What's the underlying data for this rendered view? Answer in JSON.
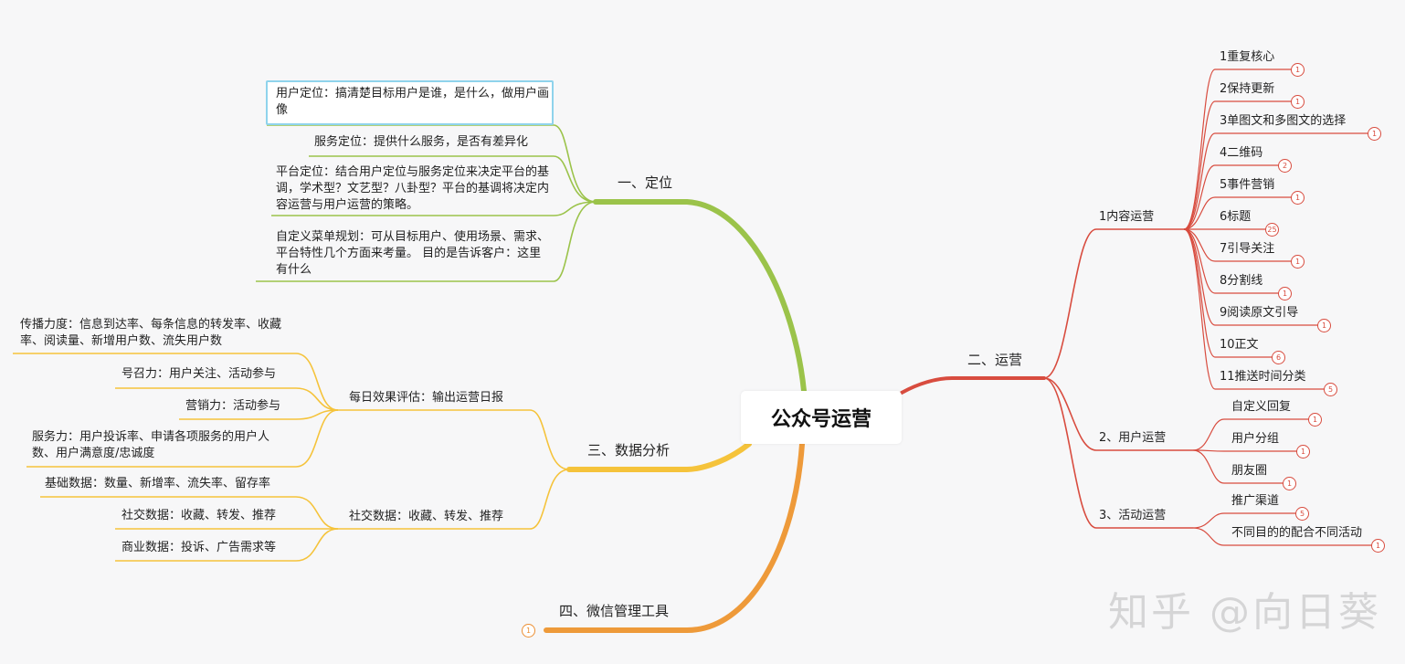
{
  "root": "公众号运营",
  "watermark": "知乎 @向日葵",
  "colors": {
    "green": "#9bc34a",
    "yellow": "#f5c33b",
    "orange": "#ee9a3a",
    "red": "#d84c3f",
    "selection": "#8fd3ec"
  },
  "left": {
    "positioning": {
      "title": "一、定位",
      "items": [
        "用户定位：搞清楚目标用户是谁，是什么，做用户画像",
        "服务定位：提供什么服务，是否有差异化",
        "平台定位：结合用户定位与服务定位来决定平台的基调，学术型？文艺型？八卦型？平台的基调将决定内容运营与用户运营的策略。",
        "自定义菜单规划：可从目标用户、使用场景、需求、平台特性几个方面来考量。 目的是告诉客户：这里有什么"
      ]
    },
    "data_analysis": {
      "title": "三、数据分析",
      "daily": {
        "title": "每日效果评估：输出运营日报",
        "items": [
          "传播力度：信息到达率、每条信息的转发率、收藏率、阅读量、新增用户数、流失用户数",
          "号召力：用户关注、活动参与",
          "营销力：活动参与",
          "服务力：用户投诉率、申请各项服务的用户人数、用户满意度/忠诚度"
        ]
      },
      "social": {
        "title": "社交数据：收藏、转发、推荐",
        "items": [
          "基础数据：数量、新增率、流失率、留存率",
          "社交数据：收藏、转发、推荐",
          "商业数据：投诉、广告需求等"
        ]
      }
    },
    "tools": {
      "title": "四、微信管理工具",
      "badge": "1"
    }
  },
  "right": {
    "operations": {
      "title": "二、运营",
      "content": {
        "title": "1内容运营",
        "items": [
          {
            "label": "1重复核心",
            "badge": "1"
          },
          {
            "label": "2保持更新",
            "badge": "1"
          },
          {
            "label": "3单图文和多图文的选择",
            "badge": "1"
          },
          {
            "label": "4二维码",
            "badge": "2"
          },
          {
            "label": "5事件营销",
            "badge": "1"
          },
          {
            "label": "6标题",
            "badge": "25"
          },
          {
            "label": "7引导关注",
            "badge": "1"
          },
          {
            "label": "8分割线",
            "badge": "1"
          },
          {
            "label": "9阅读原文引导",
            "badge": "1"
          },
          {
            "label": "10正文",
            "badge": "6"
          },
          {
            "label": "11推送时间分类",
            "badge": "5"
          }
        ]
      },
      "user": {
        "title": "2、用户运营",
        "items": [
          {
            "label": "自定义回复",
            "badge": "1"
          },
          {
            "label": "用户分组",
            "badge": "1"
          },
          {
            "label": "朋友圈",
            "badge": "1"
          }
        ]
      },
      "activity": {
        "title": "3、活动运营",
        "items": [
          {
            "label": "推广渠道",
            "badge": "5"
          },
          {
            "label": "不同目的的配合不同活动",
            "badge": "1"
          }
        ]
      }
    }
  }
}
